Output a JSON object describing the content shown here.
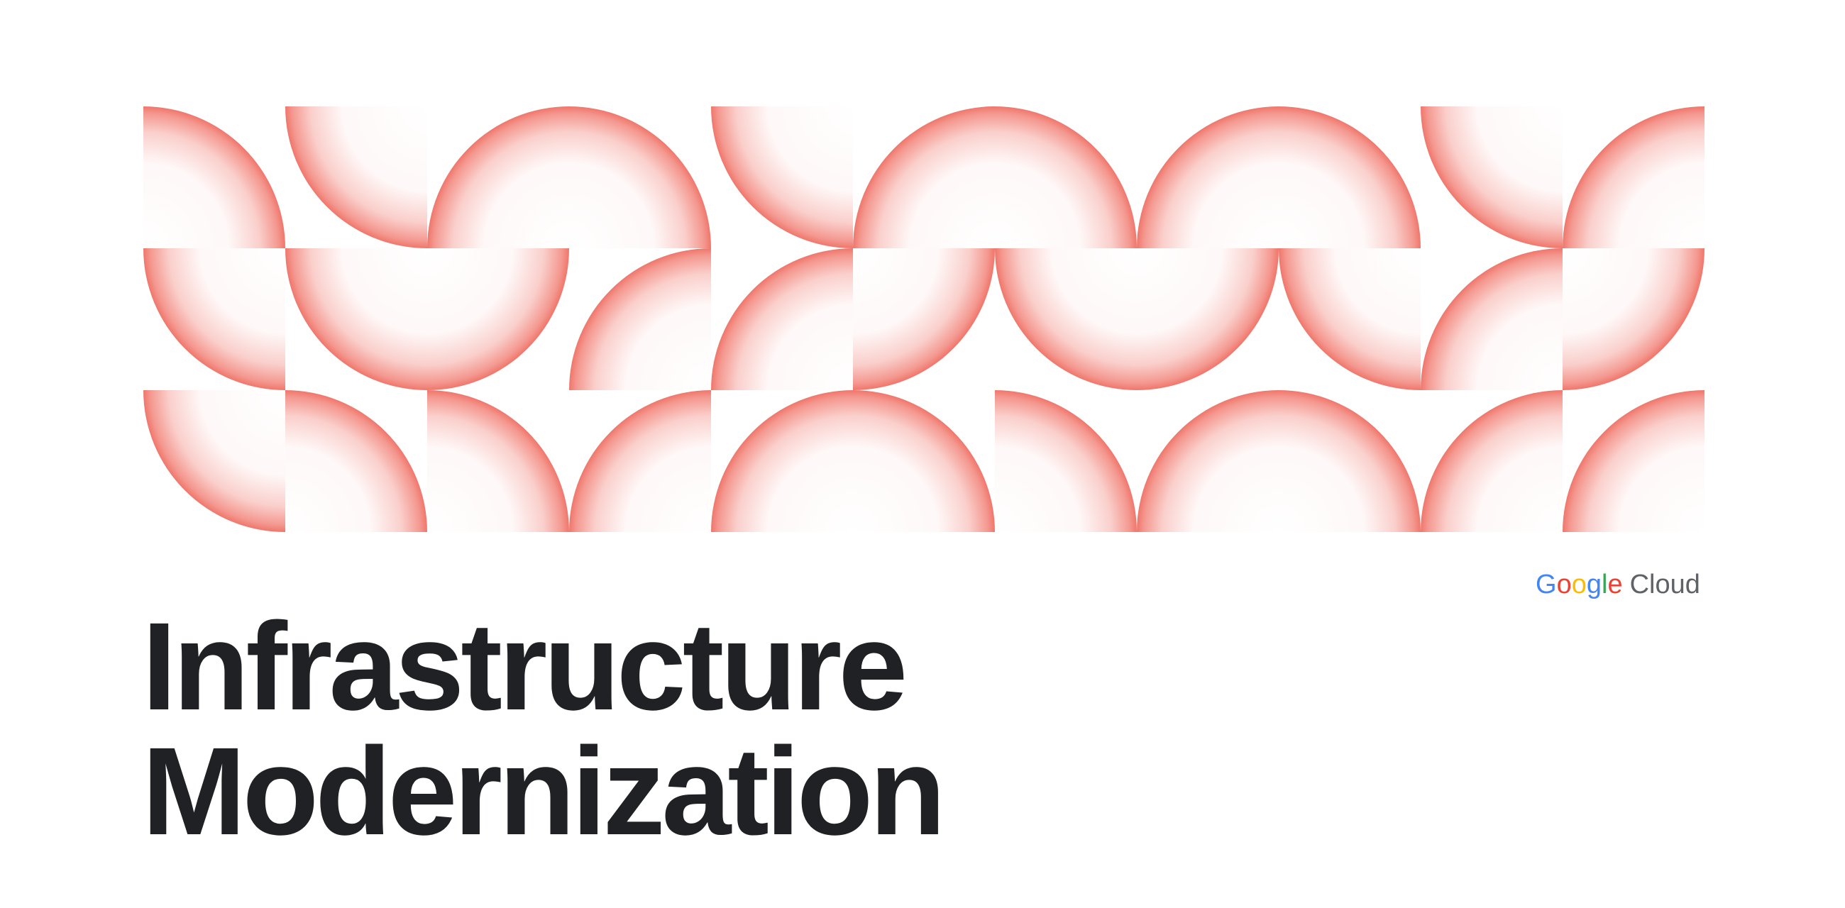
{
  "headline": {
    "line1": "Infrastructure",
    "line2": "Modernization"
  },
  "logo": {
    "google_letters": [
      "G",
      "o",
      "o",
      "g",
      "l",
      "e"
    ],
    "cloud": "Cloud"
  },
  "colors": {
    "accent": "#F0766B",
    "text": "#202124",
    "logo_blue": "#4285F4",
    "logo_red": "#EA4335",
    "logo_yellow": "#FBBC05",
    "logo_green": "#34A853",
    "logo_cloud_gray": "#5f6368"
  },
  "pattern": {
    "rows": [
      [
        "bl",
        "tr",
        "br",
        "bl",
        "tr",
        "br",
        "bl",
        "br",
        "bl",
        "tr",
        "br"
      ],
      [
        "tr",
        "tr",
        "tl",
        "br",
        "br",
        "tl",
        "tr",
        "tl",
        "tr",
        "br",
        "tl"
      ],
      [
        "tr",
        "bl",
        "bl",
        "br",
        "br",
        "bl",
        "bl",
        "br",
        "bl",
        "br",
        "br"
      ]
    ]
  }
}
